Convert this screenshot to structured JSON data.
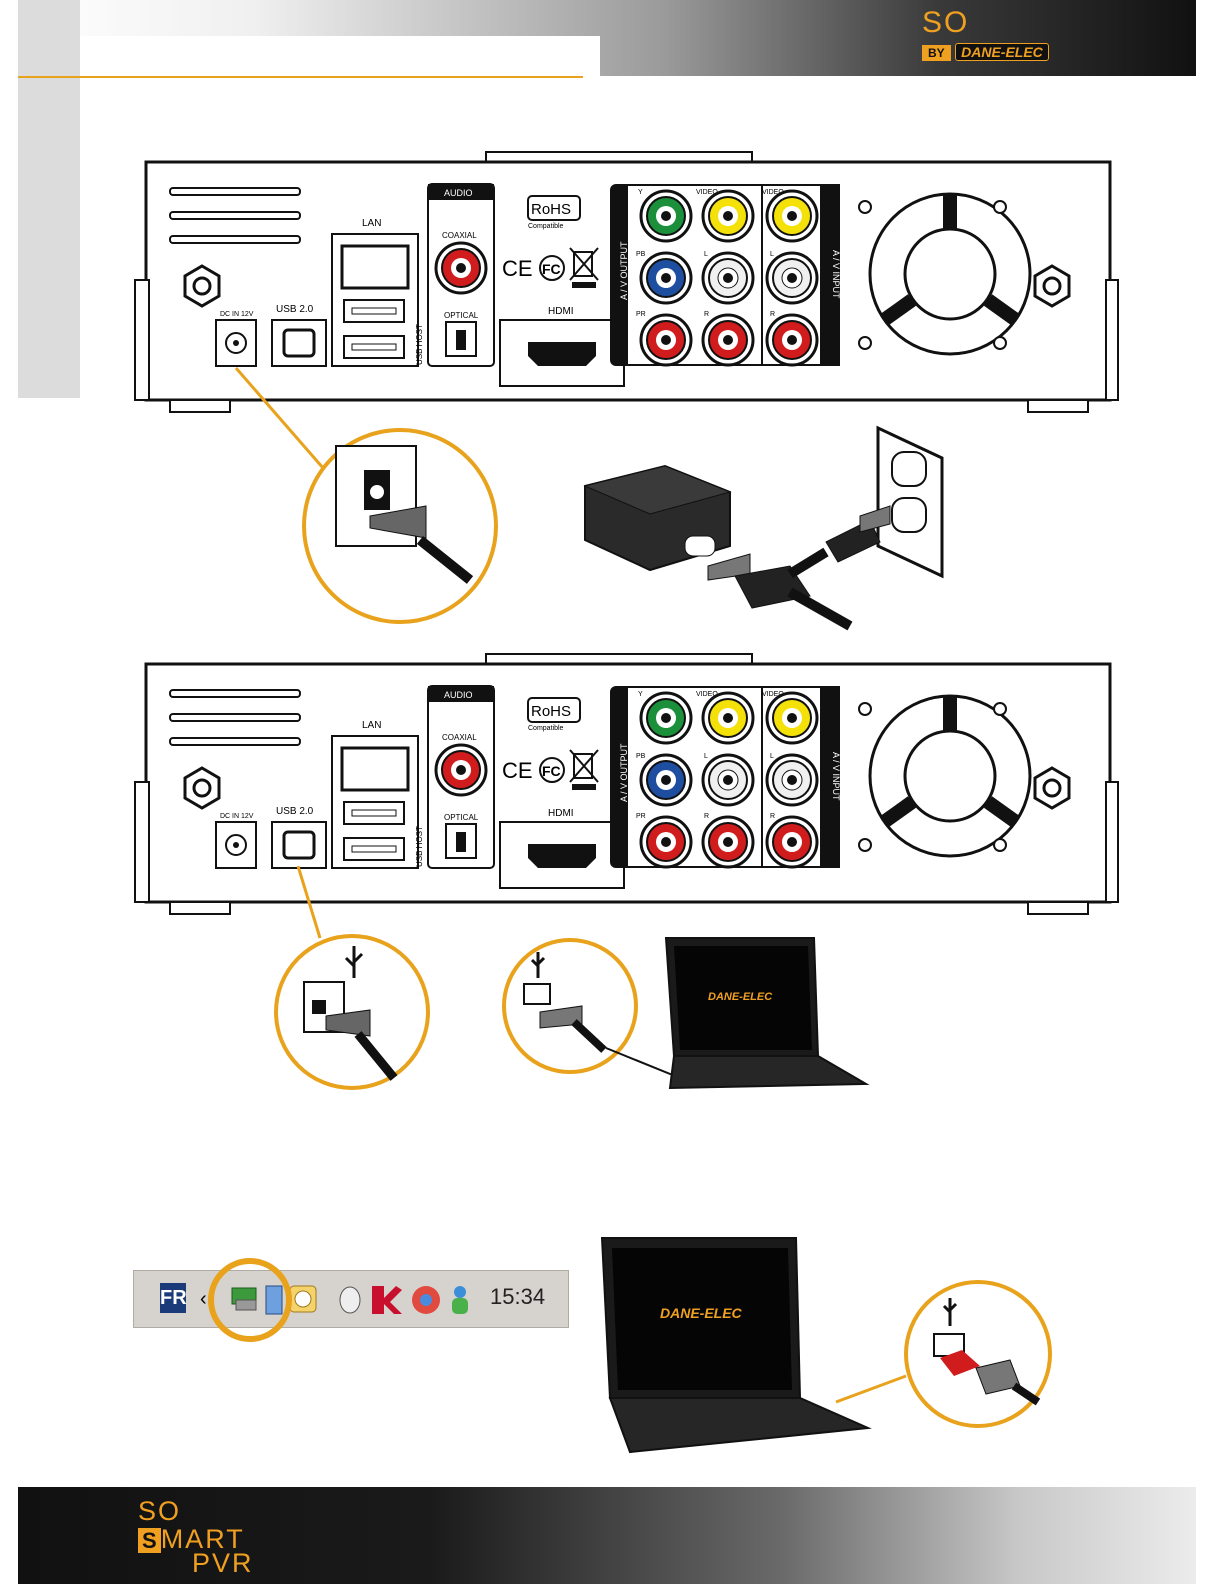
{
  "brand": {
    "header_logo_so": "SO",
    "header_logo_by": "BY",
    "header_logo_dane": "DANE-ELEC",
    "footer_logo_so": "SO",
    "footer_logo_s": "S",
    "footer_logo_mart": "MART",
    "footer_logo_pvr": "PVR",
    "accent": "#e8a21c"
  },
  "device_panel": {
    "lan": "LAN",
    "audio": "AUDIO",
    "coaxial": "COAXIAL",
    "optical": "OPTICAL",
    "rohs": "RoHS",
    "rohs_sub": "Compatible",
    "hdmi": "HDMI",
    "usb20": "USB 2.0",
    "usb_host": "USB HOST",
    "dc_in": "DC IN 12V",
    "av_output": "A / V OUTPUT",
    "av_input": "A / V INPUT",
    "y": "Y",
    "pb": "PB",
    "pr": "PR",
    "video": "VIDEO",
    "l": "L",
    "r": "R",
    "ce": "CE",
    "fc": "FC"
  },
  "laptop_brand": "DANE-ELEC",
  "taskbar": {
    "lang": "FR",
    "time": "15:34"
  }
}
